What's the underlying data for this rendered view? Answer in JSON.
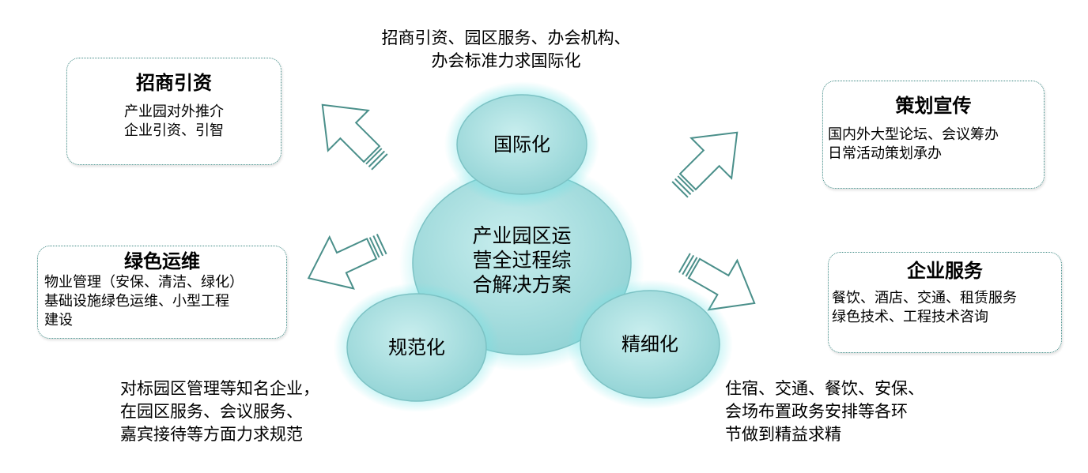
{
  "top_note": [
    "招商引资、园区服务、办会机构、",
    "办会标准力求国际化"
  ],
  "left_bottom_note": [
    "对标园区管理等知名企业，",
    "在园区服务、会议服务、",
    "嘉宾接待等方面力求规范"
  ],
  "right_bottom_note": [
    "住宿、交通、餐饮、安保、",
    "会场布置政务安排等各环",
    "节做到精益求精"
  ],
  "boxes": {
    "investment": {
      "title": "招商引资",
      "lines": [
        "产业园对外推介",
        "企业引资、引智"
      ]
    },
    "green": {
      "title": "绿色运维",
      "lines": [
        "物业管理（安保、清洁、绿化）",
        "基础设施绿色运维、小型工程",
        "建设"
      ]
    },
    "planning": {
      "title": "策划宣传",
      "lines": [
        "国内外大型论坛、会议筹办",
        "日常活动策划承办"
      ]
    },
    "enterprise": {
      "title": "企业服务",
      "lines": [
        "餐饮、酒店、交通、租赁服务",
        "绿色技术、工程技术咨询"
      ]
    }
  },
  "center": {
    "lines": [
      "产业园区运",
      "营全过程综",
      "合解决方案"
    ]
  },
  "circles": {
    "international": "国际化",
    "standardized": "规范化",
    "refined": "精细化"
  },
  "colors": {
    "circle_fill": "#a6dfe0",
    "circle_glow": "#6fe3e6",
    "border": "#3f8a85",
    "arrow": "#4a8f8a"
  }
}
